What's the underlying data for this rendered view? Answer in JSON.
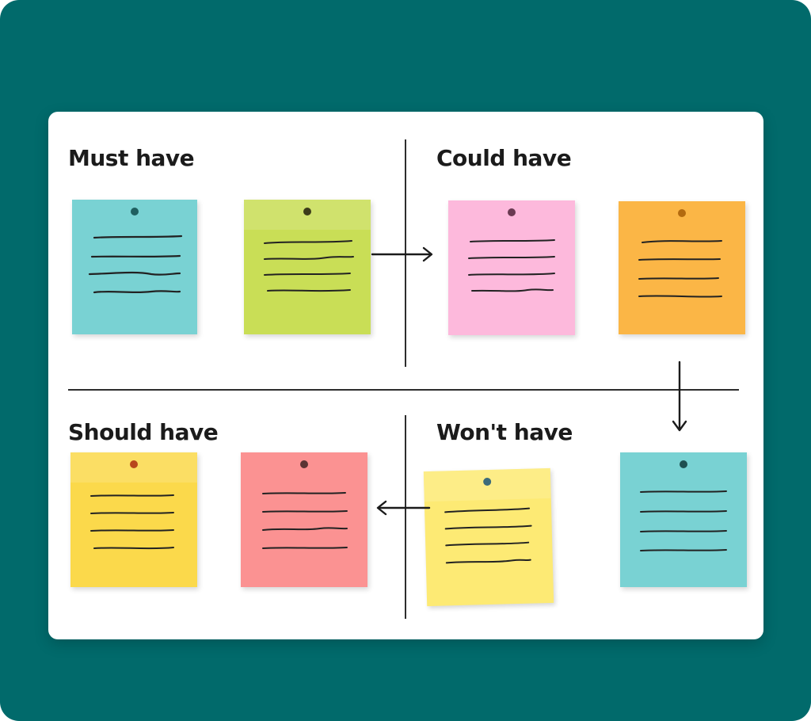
{
  "quadrants": {
    "must": "Must have",
    "could": "Could have",
    "should": "Should have",
    "wont": "Won't have"
  },
  "colors": {
    "background": "#016a6b",
    "board": "#ffffff",
    "note_teal": "#79d2d3",
    "note_green": "#c9de56",
    "note_pink": "#fdb9dc",
    "note_orange": "#fbb646",
    "note_yellow_dark": "#fbd94b",
    "note_salmon": "#fb9292",
    "note_yellow_light": "#fdea74"
  },
  "notes": [
    {
      "quadrant": "must",
      "color": "teal",
      "lines": 4
    },
    {
      "quadrant": "must",
      "color": "green",
      "lines": 4
    },
    {
      "quadrant": "could",
      "color": "pink",
      "lines": 4
    },
    {
      "quadrant": "could",
      "color": "orange",
      "lines": 4
    },
    {
      "quadrant": "should",
      "color": "yellow",
      "lines": 4
    },
    {
      "quadrant": "should",
      "color": "salmon",
      "lines": 4
    },
    {
      "quadrant": "wont",
      "color": "light-yellow",
      "lines": 4
    },
    {
      "quadrant": "wont",
      "color": "teal",
      "lines": 4
    }
  ],
  "arrows": [
    {
      "from": "must",
      "to": "could"
    },
    {
      "from": "could",
      "to": "wont"
    },
    {
      "from": "wont",
      "to": "should"
    }
  ]
}
